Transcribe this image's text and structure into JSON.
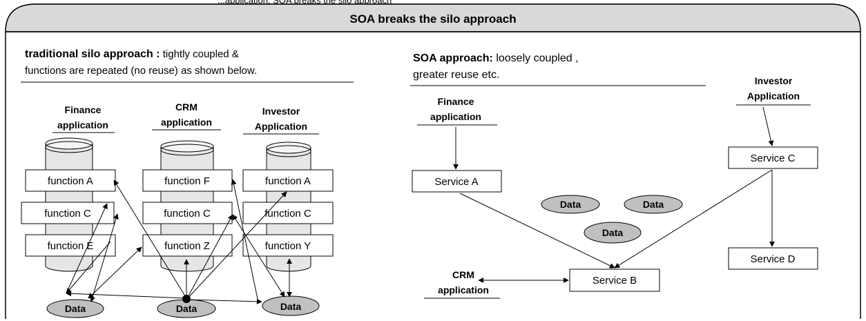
{
  "top_caption": "...application, SOA breaks the silo approach",
  "title": "SOA breaks the silo approach",
  "left_panel": {
    "heading_bold": "traditional silo approach :",
    "heading_rest": " tightly coupled &",
    "heading_line2": "functions are repeated (no reuse) as shown below.",
    "columns": [
      {
        "title_line1": "Finance",
        "title_line2": "application",
        "functions": [
          "function A",
          "function C",
          "function E"
        ]
      },
      {
        "title_line1": "CRM",
        "title_line2": "application",
        "functions": [
          "function F",
          "function C",
          "function Z"
        ]
      },
      {
        "title_line1": "Investor",
        "title_line2": "Application",
        "functions": [
          "function A",
          "function C",
          "function Y"
        ]
      }
    ],
    "data_labels": [
      "Data",
      "Data",
      "Data"
    ]
  },
  "right_panel": {
    "heading_bold": "SOA approach:",
    "heading_rest": "  loosely coupled ,",
    "heading_line2": "greater reuse etc.",
    "finance_title": [
      "Finance",
      "application"
    ],
    "investor_title": [
      "Investor",
      "Application"
    ],
    "crm_title": [
      "CRM",
      "application"
    ],
    "services": {
      "a": "Service A",
      "b": "Service B",
      "c": "Service C",
      "d": "Service D"
    },
    "data_labels": [
      "Data",
      "Data",
      "Data"
    ]
  },
  "colors": {
    "panel_fill": "#d9d9d9",
    "data_fill": "#c0c0c0",
    "cylinder_fill": "#e6e6e6",
    "box_fill": "#ffffff",
    "line": "#000000"
  }
}
